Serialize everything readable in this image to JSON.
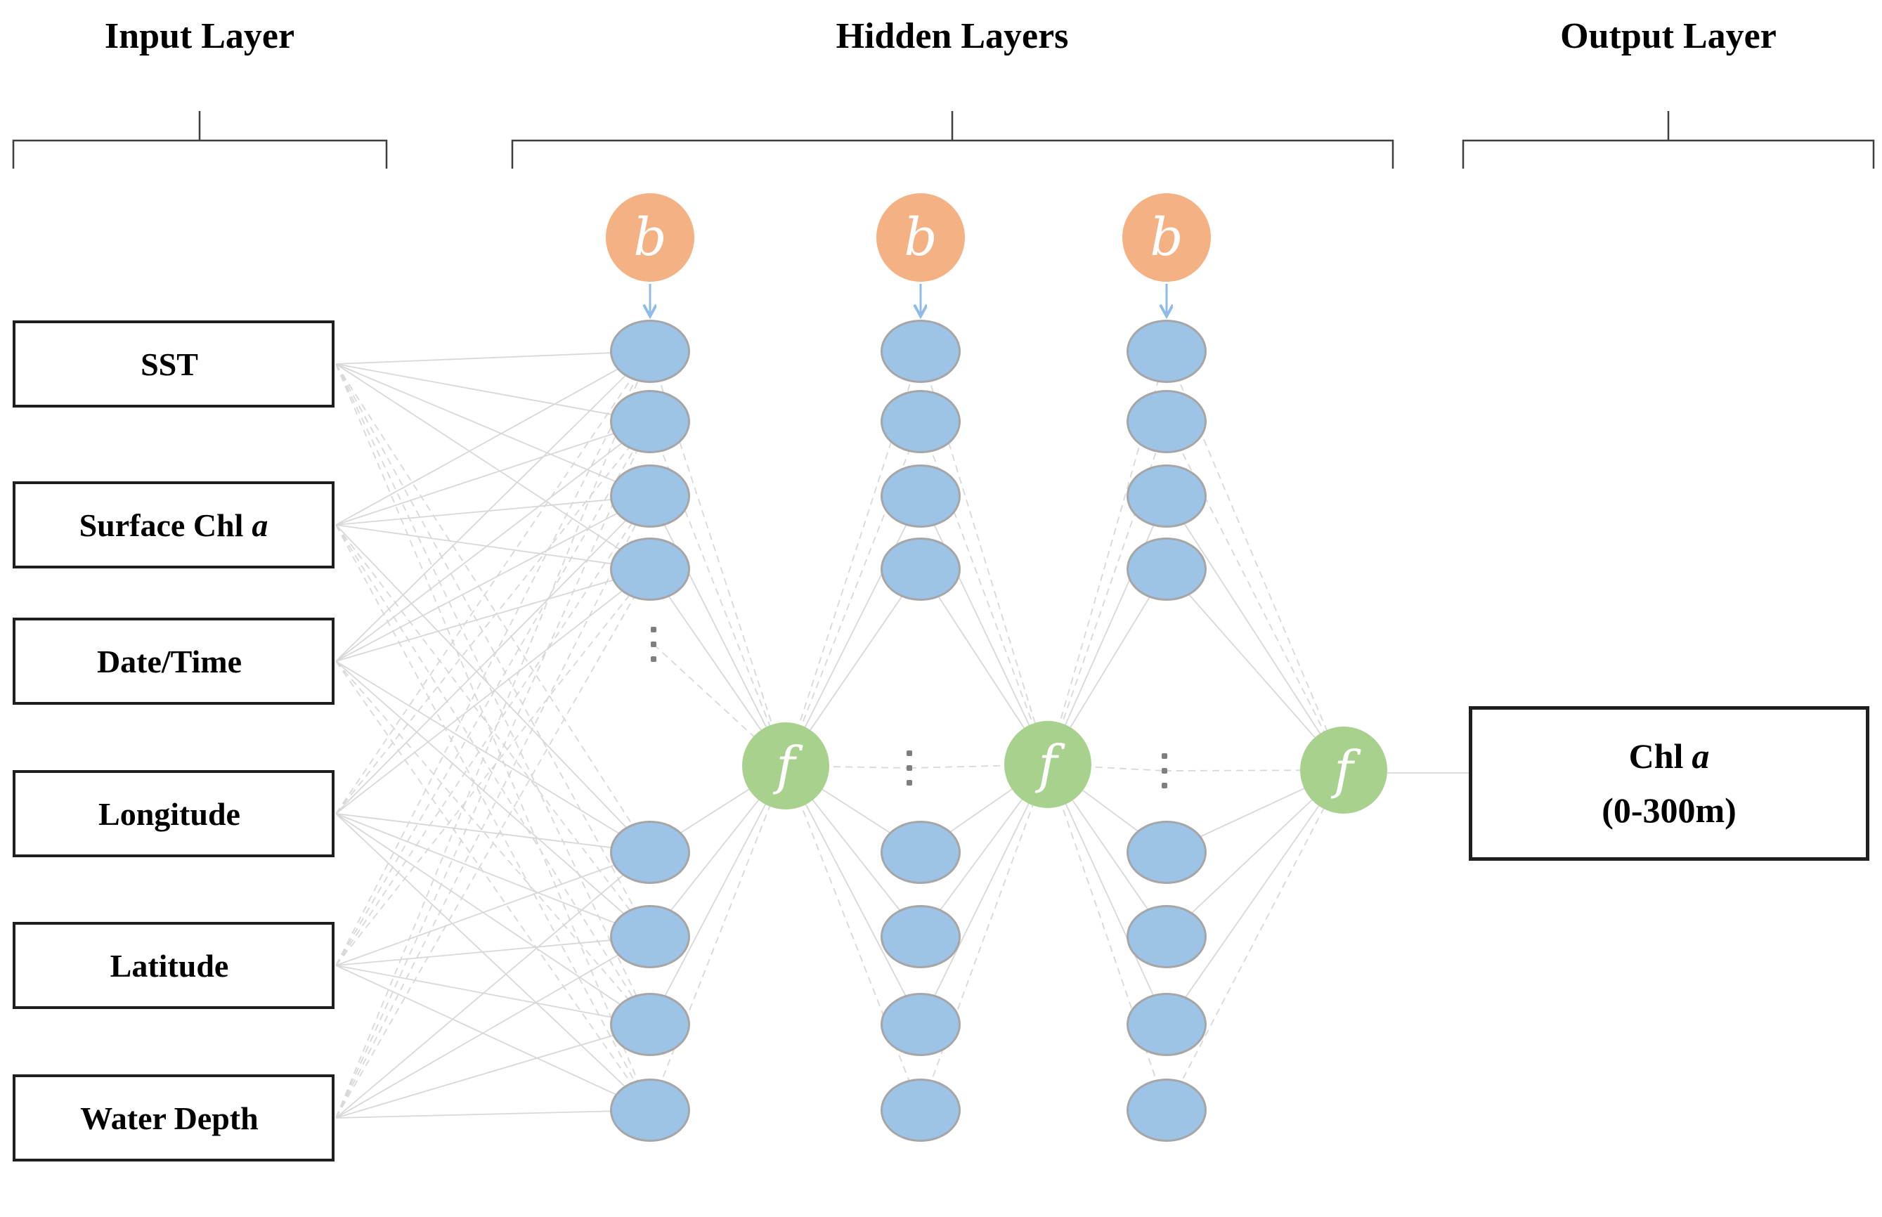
{
  "titles": {
    "input": "Input Layer",
    "hidden": "Hidden Layers",
    "output": "Output Layer"
  },
  "input_layer": {
    "items": [
      {
        "label": "SST"
      },
      {
        "label": "Surface Chl",
        "italic_suffix": "a"
      },
      {
        "label": "Date/Time"
      },
      {
        "label": "Longitude"
      },
      {
        "label": "Latitude"
      },
      {
        "label": "Water Depth"
      }
    ]
  },
  "network": {
    "bias_label": "b",
    "activation_label": "f",
    "hidden_columns": 3,
    "visible_nodes_per_column": 8,
    "input_count": 6,
    "output_count": 1,
    "ellipsis_dots_per_column": 3
  },
  "output_layer": {
    "line1": "Chl",
    "line1_italic": "a",
    "line2": "(0-300m)"
  },
  "colors": {
    "node_blue": "#9DC3E6",
    "node_border": "#A6A6A6",
    "bias_orange": "#F4B183",
    "activation_green": "#A9D18E",
    "edge": "#D8D8D8",
    "arrow_blue": "#8FBBE8",
    "dots": "#7F7F7F",
    "bracket": "#3F3F3F",
    "box_border": "#1F1F1F",
    "text": "#000000",
    "letter_white": "#FFFFFF"
  }
}
